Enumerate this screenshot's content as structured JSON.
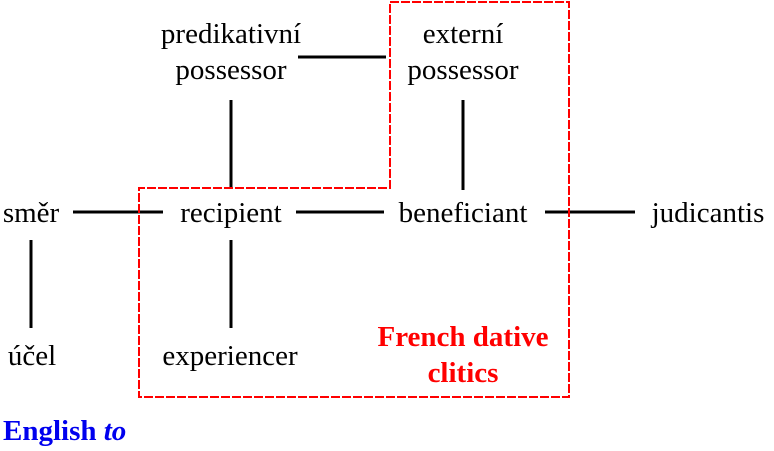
{
  "nodes": {
    "predicative_possessor": {
      "line1": "predikativní",
      "line2": "possessor"
    },
    "external_possessor": {
      "line1": "externí",
      "line2": "possessor"
    },
    "direction": "směr",
    "recipient": "recipient",
    "beneficiary": "beneficiant",
    "judicantis": "judicantis",
    "purpose": "účel",
    "experiencer": "experiencer"
  },
  "regions": {
    "french": {
      "line1": "French dative",
      "line2": "clitics",
      "color": "#ff0000"
    },
    "english": {
      "word": "English",
      "form": "to",
      "color": "#0000ee"
    }
  },
  "edges": [
    [
      "predicative_possessor",
      "external_possessor"
    ],
    [
      "predicative_possessor",
      "recipient"
    ],
    [
      "external_possessor",
      "beneficiary"
    ],
    [
      "direction",
      "recipient"
    ],
    [
      "recipient",
      "beneficiary"
    ],
    [
      "beneficiary",
      "judicantis"
    ],
    [
      "direction",
      "purpose"
    ],
    [
      "recipient",
      "experiencer"
    ]
  ]
}
